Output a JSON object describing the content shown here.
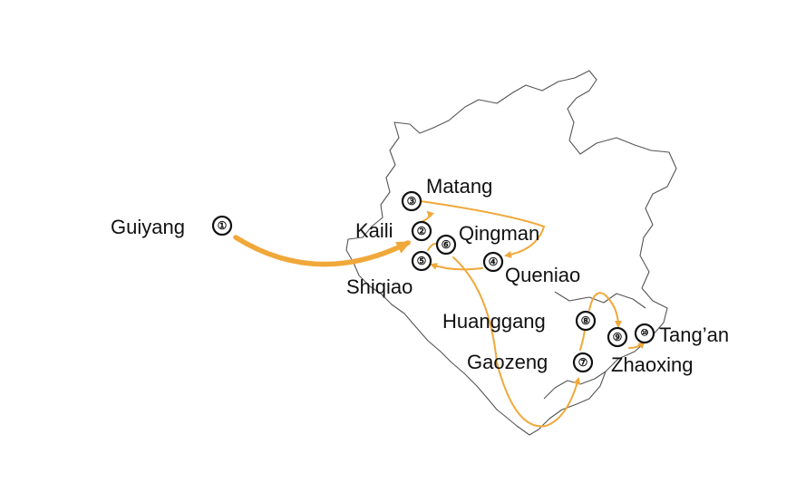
{
  "colors": {
    "route": "#F0A83A",
    "border": "#555555",
    "text": "#111111"
  },
  "stops": [
    {
      "num": "①",
      "name": "Guiyang"
    },
    {
      "num": "②",
      "name": "Kaili"
    },
    {
      "num": "③",
      "name": "Matang"
    },
    {
      "num": "④",
      "name": "Queniao"
    },
    {
      "num": "⑤",
      "name": "Shiqiao"
    },
    {
      "num": "⑥",
      "name": "Qingman"
    },
    {
      "num": "⑦",
      "name": "Gaozeng"
    },
    {
      "num": "⑧",
      "name": "Huanggang"
    },
    {
      "num": "⑨",
      "name": "Zhaoxing"
    },
    {
      "num": "⑩",
      "name": "Tang’an"
    }
  ]
}
